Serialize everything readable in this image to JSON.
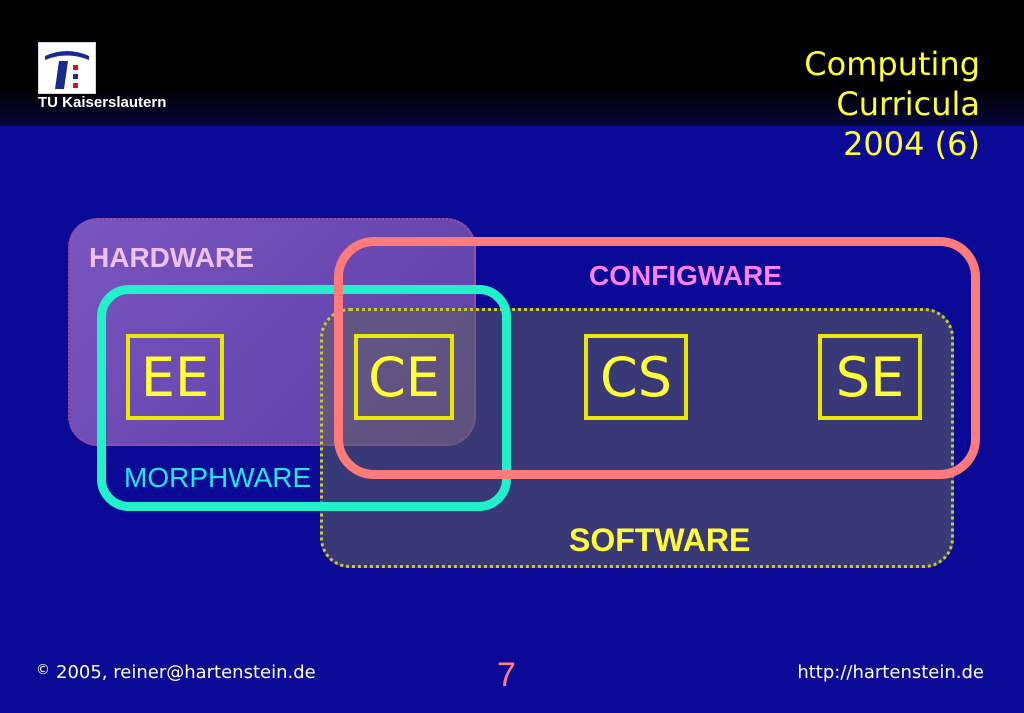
{
  "header": {
    "logo_caption": "TU Kaiserslautern",
    "title_lines": [
      "Computing",
      "Curricula",
      "2004 (6)"
    ]
  },
  "diagram": {
    "regions": {
      "hardware": "HARDWARE",
      "configware": "CONFIGWARE",
      "morphware": "MORPHWARE",
      "software": "SOFTWARE"
    },
    "disciplines": [
      "EE",
      "CE",
      "CS",
      "SE"
    ]
  },
  "footer": {
    "copyright_symbol": "©",
    "copyright_text": "2005, reiner@hartenstein.de",
    "page_number": "7",
    "url": "http://hartenstein.de"
  },
  "colors": {
    "background": "#0a0a96",
    "title": "#ffff33",
    "hardware_fill": "#6a4ab3",
    "configware_outline": "#ff7a7a",
    "morphware_outline": "#22f0c8",
    "software_outline": "#c9c92a",
    "discipline_box": "#e8e800"
  },
  "icons": [
    "tu-kaiserslautern-logo"
  ]
}
